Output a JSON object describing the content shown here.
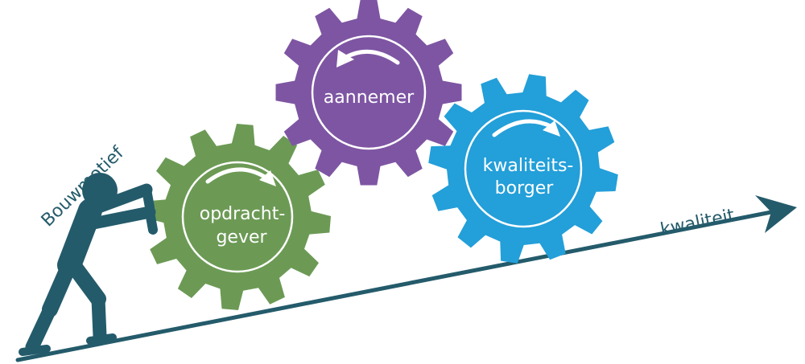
{
  "colors": {
    "navy": "#245b6b",
    "green": "#6c9a55",
    "purple": "#7e55a3",
    "blue": "#239fd9",
    "white": "#ffffff"
  },
  "figure": {
    "name": "Bouwmotief"
  },
  "axis": {
    "label": "kwaliteit"
  },
  "gears": {
    "green": {
      "line1": "opdracht-",
      "line2": "gever"
    },
    "purple": {
      "line1": "aannemer"
    },
    "blue": {
      "line1": "kwaliteits-",
      "line2": "borger"
    }
  }
}
